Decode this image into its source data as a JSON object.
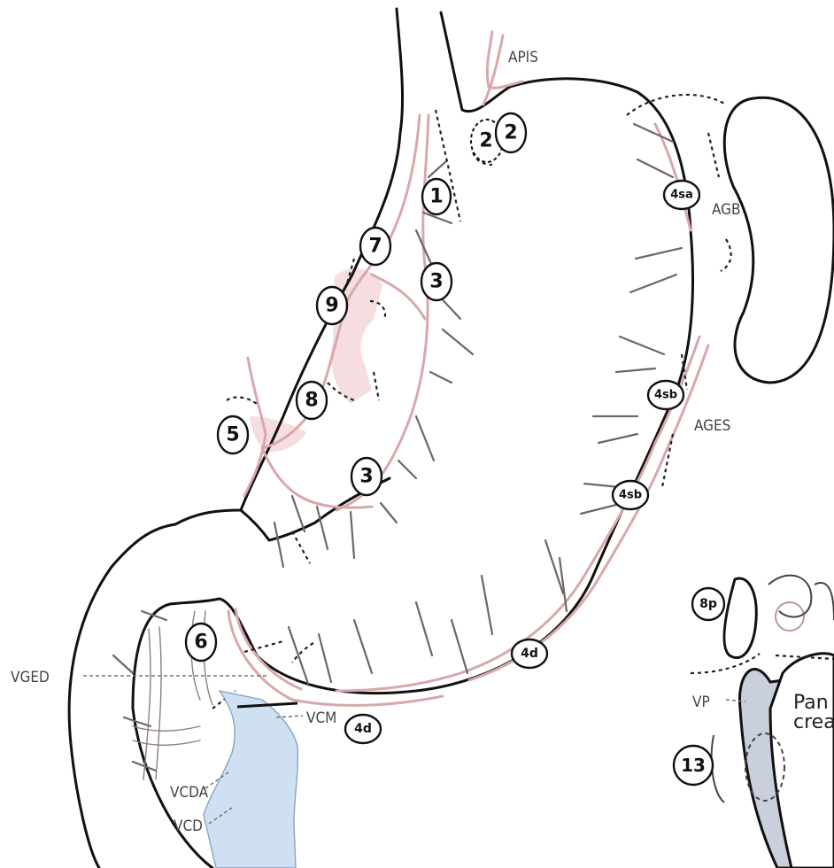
{
  "diagram": {
    "nodes": {
      "n1": "1",
      "n2a": "2",
      "n2b": "2",
      "n3a": "3",
      "n3b": "3",
      "n4sa": "4sa",
      "n4sb1": "4sb",
      "n4sb2": "4sb",
      "n4d1": "4d",
      "n4d2": "4d",
      "n5": "5",
      "n6": "6",
      "n7": "7",
      "n8": "8",
      "n8p": "8p",
      "n9": "9",
      "n13": "13"
    },
    "vessel_labels": {
      "apis": "APIS",
      "agb": "AGB",
      "ages": "AGES",
      "vged": "VGED",
      "vcm": "VCM",
      "vcda": "VCDA",
      "vcd": "VCD",
      "vp": "VP"
    },
    "organ_labels": {
      "pancreas_line1": "Pan",
      "pancreas_line2": "crea"
    },
    "colors": {
      "artery": "#d8a8ab",
      "vein": "#cfe0f2",
      "pancreas": "#c9cfdc",
      "outline": "#111111"
    }
  }
}
